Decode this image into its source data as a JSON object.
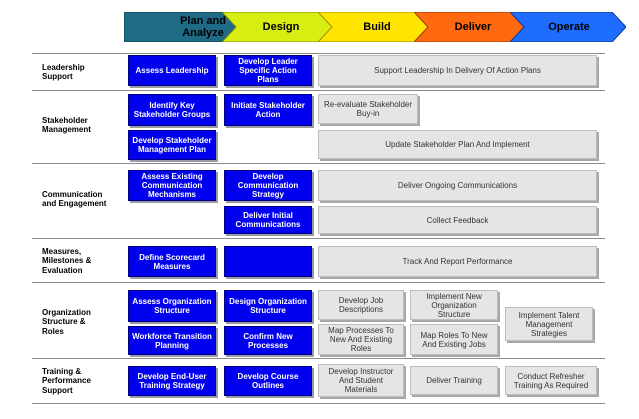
{
  "phases": [
    "Plan and Analyze",
    "Design",
    "Build",
    "Deliver",
    "Operate"
  ],
  "phase_colors": [
    "#1f6a85",
    "#d8ee12",
    "#ffe400",
    "#ff6a10",
    "#1f6dff"
  ],
  "rows": [
    "Leadership Support",
    "Stakeholder Management",
    "Communication and Engagement",
    "Measures, Milestones & Evaluation",
    "Organization Structure & Roles",
    "Training & Performance Support"
  ],
  "boxes": {
    "assess_leadership": "Assess Leadership",
    "develop_leader_plans": "Develop Leader Specific Action Plans",
    "support_leadership": "Support Leadership In Delivery Of Action Plans",
    "identify_stakeholders": "Identify Key Stakeholder Groups",
    "initiate_stakeholder": "Initiate Stakeholder Action",
    "reevaluate_buyin": "Re-evaluate Stakeholder Buy-in",
    "develop_stakeholder_plan": "Develop Stakeholder Management Plan",
    "update_stakeholder_plan": "Update Stakeholder Plan And Implement",
    "assess_comm": "Assess Existing Communication Mechanisms",
    "develop_comm_strategy": "Develop Communication Strategy",
    "deliver_ongoing_comm": "Deliver Ongoing Communications",
    "deliver_initial_comm": "Deliver Initial Communications",
    "collect_feedback": "Collect Feedback",
    "define_scorecard": "Define Scorecard Measures",
    "track_report": "Track And Report Performance",
    "assess_org": "Assess Organization Structure",
    "design_org": "Design Organization Structure",
    "develop_job_desc": "Develop Job Descriptions",
    "implement_org": "Implement New Organization Structure",
    "implement_talent": "Implement Talent Management Strategies",
    "workforce_planning": "Workforce Transition Planning",
    "confirm_processes": "Confirm New Processes",
    "map_processes": "Map Processes To New And Existing Roles",
    "map_roles": "Map Roles To New And Existing Jobs",
    "develop_training": "Develop End-User Training Strategy",
    "develop_course": "Develop Course Outlines",
    "develop_materials": "Develop Instructor And Student Materials",
    "deliver_training": "Deliver Training",
    "refresher_training": "Conduct Refresher Training As Required"
  }
}
